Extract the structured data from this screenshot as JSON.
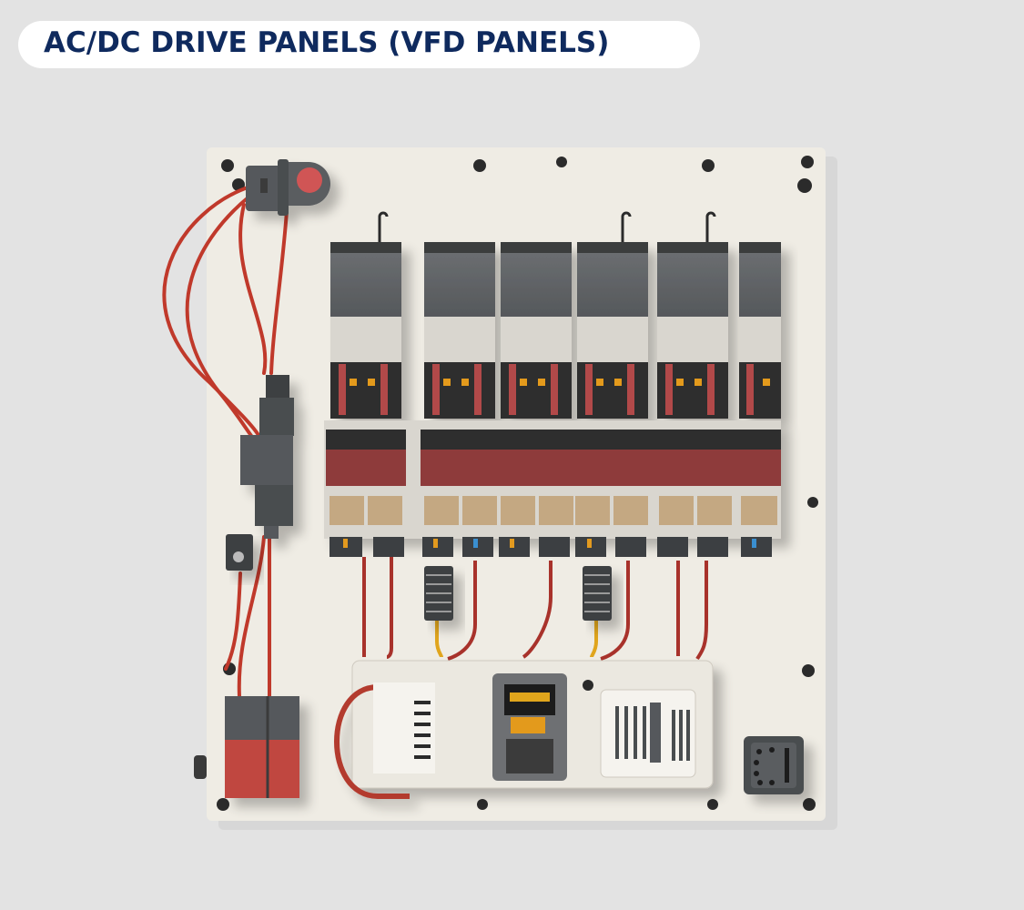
{
  "title": {
    "text": "AC/DC DRIVE PANELS (VFD PANELS)",
    "color": "#0f2a5e",
    "pill_background": "#ffffff"
  },
  "image": {
    "subject": "Electrical VFD drive panel backplate with modular drive units, breakers, wiring and connectors",
    "background_color": "#e3e3e3",
    "panel_color": "#efece4",
    "components": {
      "drive_modules": 6,
      "breaker_rows": 1,
      "terminal_blocks": 11,
      "heatsink_filters": 2,
      "bottom_rail_devices": [
        "wire-harness-connector",
        "keypad-display-unit",
        "relay-terminal-block"
      ],
      "side_devices": [
        "emergency-stop-switch",
        "inline-fuse-holder",
        "ground-terminal",
        "dual-contactor",
        "socket-outlet"
      ]
    },
    "accent_colors": {
      "wire_red": "#c0392b",
      "breaker_red": "#8e3a3a",
      "module_gray": "#5a5d60",
      "label_tan": "#c4a882",
      "indicator_orange": "#e39a1f",
      "indicator_blue": "#3a8fd0"
    }
  }
}
